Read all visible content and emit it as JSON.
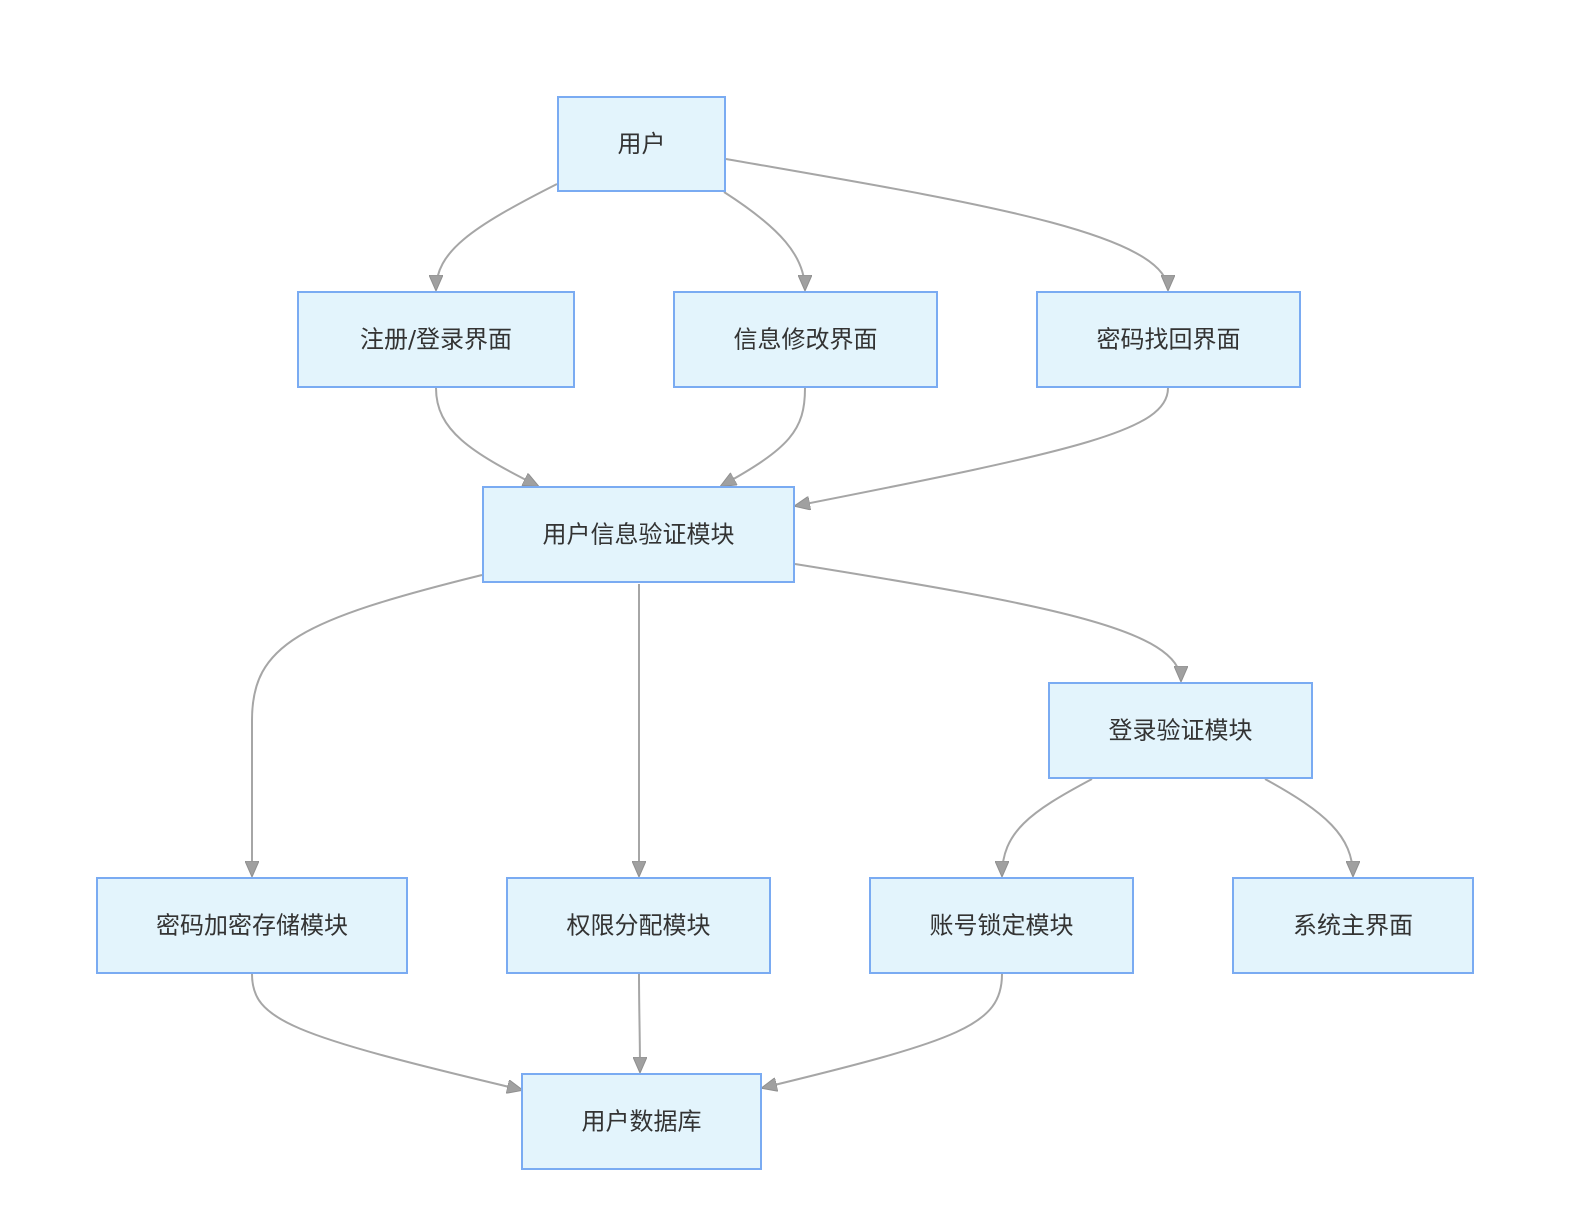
{
  "diagram": {
    "nodes": {
      "user": "用户",
      "register_login_ui": "注册/登录界面",
      "info_edit_ui": "信息修改界面",
      "password_recovery_ui": "密码找回界面",
      "user_info_verify_module": "用户信息验证模块",
      "login_verify_module": "登录验证模块",
      "password_encrypt_module": "密码加密存储模块",
      "permission_module": "权限分配模块",
      "account_lock_module": "账号锁定模块",
      "system_main_ui": "系统主界面",
      "user_database": "用户数据库"
    },
    "edges": [
      {
        "from": "user",
        "to": "register_login_ui"
      },
      {
        "from": "user",
        "to": "info_edit_ui"
      },
      {
        "from": "user",
        "to": "password_recovery_ui"
      },
      {
        "from": "register_login_ui",
        "to": "user_info_verify_module"
      },
      {
        "from": "info_edit_ui",
        "to": "user_info_verify_module"
      },
      {
        "from": "password_recovery_ui",
        "to": "user_info_verify_module"
      },
      {
        "from": "user_info_verify_module",
        "to": "password_encrypt_module"
      },
      {
        "from": "user_info_verify_module",
        "to": "permission_module"
      },
      {
        "from": "user_info_verify_module",
        "to": "login_verify_module"
      },
      {
        "from": "login_verify_module",
        "to": "account_lock_module"
      },
      {
        "from": "login_verify_module",
        "to": "system_main_ui"
      },
      {
        "from": "password_encrypt_module",
        "to": "user_database"
      },
      {
        "from": "permission_module",
        "to": "user_database"
      },
      {
        "from": "account_lock_module",
        "to": "user_database"
      }
    ]
  }
}
